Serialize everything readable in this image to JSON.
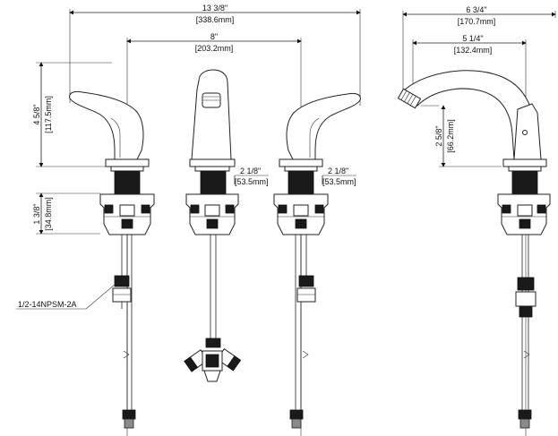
{
  "dimensions": {
    "overall_width": {
      "imperial": "13 3/8\"",
      "metric": "[338.6mm]"
    },
    "center_spacing": {
      "imperial": "8\"",
      "metric": "[203.2mm]"
    },
    "handle_height": {
      "imperial": "4 5/8\"",
      "metric": "[117.5mm]"
    },
    "shank_length": {
      "imperial": "1 3/8\"",
      "metric": "[34.8mm]"
    },
    "shank_offset_left": {
      "imperial": "2 1/8\"",
      "metric": "[53.5mm]"
    },
    "shank_offset_right": {
      "imperial": "2 1/8\"",
      "metric": "[53.5mm]"
    },
    "spout_reach_overall": {
      "imperial": "6 3/4\"",
      "metric": "[170.7mm]"
    },
    "spout_reach": {
      "imperial": "5 1/4\"",
      "metric": "[132.4mm]"
    },
    "spout_height": {
      "imperial": "2 5/8\"",
      "metric": "[66.2mm]"
    }
  },
  "callouts": {
    "thread_spec": "1/2-14NPSM-2A"
  },
  "colors": {
    "line": "#222222",
    "fill_dark": "#1a1a1a",
    "fill_grey": "#8a8a8a"
  }
}
